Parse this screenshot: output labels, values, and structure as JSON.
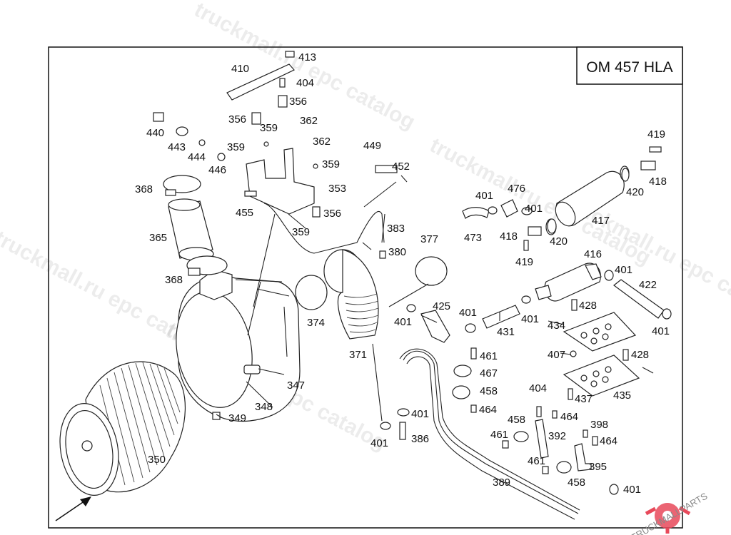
{
  "diagram": {
    "engine_code": "OM 457 HLA",
    "watermark_text": "truckmall.ru epc catalog",
    "brand": "TRUCKMALLPARTS",
    "brand_color": "#e8495a",
    "labels": [
      {
        "id": "p413",
        "text": "413"
      },
      {
        "id": "p410",
        "text": "410"
      },
      {
        "id": "p404a",
        "text": "404"
      },
      {
        "id": "p356a",
        "text": "356"
      },
      {
        "id": "p356b",
        "text": "356"
      },
      {
        "id": "p362a",
        "text": "362"
      },
      {
        "id": "p359a",
        "text": "359"
      },
      {
        "id": "p440",
        "text": "440"
      },
      {
        "id": "p362b",
        "text": "362"
      },
      {
        "id": "p443",
        "text": "443"
      },
      {
        "id": "p359b",
        "text": "359"
      },
      {
        "id": "p444",
        "text": "444"
      },
      {
        "id": "p446",
        "text": "446"
      },
      {
        "id": "p359c",
        "text": "359"
      },
      {
        "id": "p449",
        "text": "449"
      },
      {
        "id": "p452",
        "text": "452"
      },
      {
        "id": "p419a",
        "text": "419"
      },
      {
        "id": "p418a",
        "text": "418"
      },
      {
        "id": "p420a",
        "text": "420"
      },
      {
        "id": "p368a",
        "text": "368"
      },
      {
        "id": "p353",
        "text": "353"
      },
      {
        "id": "p455",
        "text": "455"
      },
      {
        "id": "p356c",
        "text": "356"
      },
      {
        "id": "p401a",
        "text": "401"
      },
      {
        "id": "p476",
        "text": "476"
      },
      {
        "id": "p401b",
        "text": "401"
      },
      {
        "id": "p417",
        "text": "417"
      },
      {
        "id": "p383",
        "text": "383"
      },
      {
        "id": "p359d",
        "text": "359"
      },
      {
        "id": "p377",
        "text": "377"
      },
      {
        "id": "p473",
        "text": "473"
      },
      {
        "id": "p418b",
        "text": "418"
      },
      {
        "id": "p420b",
        "text": "420"
      },
      {
        "id": "p365",
        "text": "365"
      },
      {
        "id": "p380",
        "text": "380"
      },
      {
        "id": "p419b",
        "text": "419"
      },
      {
        "id": "p416",
        "text": "416"
      },
      {
        "id": "p401c",
        "text": "401"
      },
      {
        "id": "p368b",
        "text": "368"
      },
      {
        "id": "p422",
        "text": "422"
      },
      {
        "id": "p428a",
        "text": "428"
      },
      {
        "id": "p425",
        "text": "425"
      },
      {
        "id": "p401d",
        "text": "401"
      },
      {
        "id": "p401e",
        "text": "401"
      },
      {
        "id": "p374",
        "text": "374"
      },
      {
        "id": "p401f",
        "text": "401"
      },
      {
        "id": "p434",
        "text": "434"
      },
      {
        "id": "p431",
        "text": "431"
      },
      {
        "id": "p401g",
        "text": "401"
      },
      {
        "id": "p407",
        "text": "407"
      },
      {
        "id": "p428b",
        "text": "428"
      },
      {
        "id": "p371",
        "text": "371"
      },
      {
        "id": "p461a",
        "text": "461"
      },
      {
        "id": "p467",
        "text": "467"
      },
      {
        "id": "p347",
        "text": "347"
      },
      {
        "id": "p458a",
        "text": "458"
      },
      {
        "id": "p404b",
        "text": "404"
      },
      {
        "id": "p437",
        "text": "437"
      },
      {
        "id": "p435",
        "text": "435"
      },
      {
        "id": "p348",
        "text": "348"
      },
      {
        "id": "p464a",
        "text": "464"
      },
      {
        "id": "p349",
        "text": "349"
      },
      {
        "id": "p401h",
        "text": "401"
      },
      {
        "id": "p464b",
        "text": "464"
      },
      {
        "id": "p458b",
        "text": "458"
      },
      {
        "id": "p398",
        "text": "398"
      },
      {
        "id": "p386",
        "text": "386"
      },
      {
        "id": "p401i",
        "text": "401"
      },
      {
        "id": "p461b",
        "text": "461"
      },
      {
        "id": "p392",
        "text": "392"
      },
      {
        "id": "p464c",
        "text": "464"
      },
      {
        "id": "p350",
        "text": "350"
      },
      {
        "id": "p461c",
        "text": "461"
      },
      {
        "id": "p395",
        "text": "395"
      },
      {
        "id": "p389",
        "text": "389"
      },
      {
        "id": "p458c",
        "text": "458"
      },
      {
        "id": "p401j",
        "text": "401"
      }
    ]
  }
}
